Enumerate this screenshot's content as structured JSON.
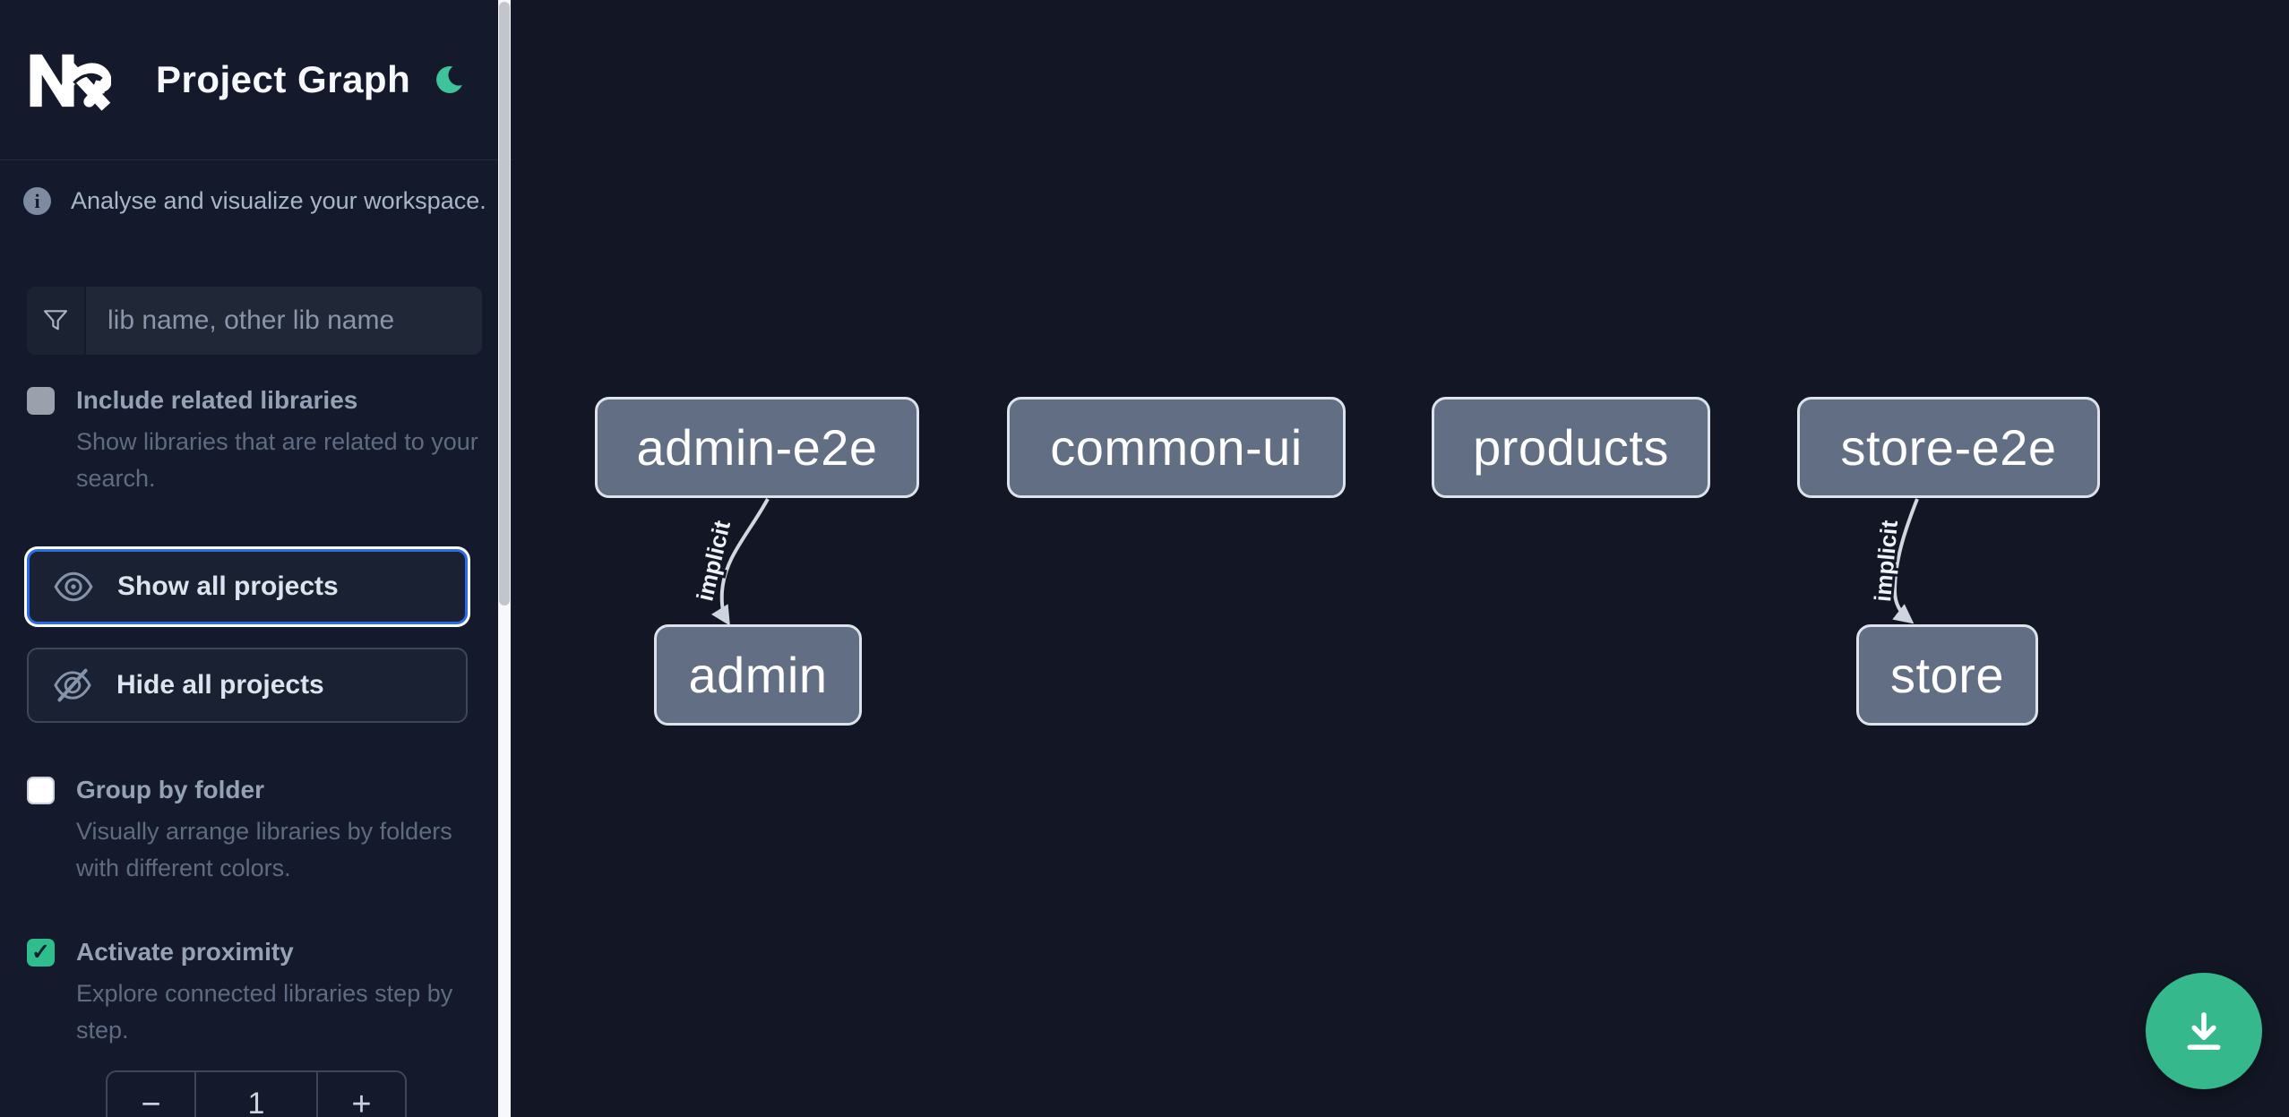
{
  "app": {
    "title": "Project Graph",
    "intro": "Analyse and visualize your workspace."
  },
  "colors": {
    "accent_green": "#2ebe8e",
    "moon_green": "#3fc39a",
    "fab_green": "#35b88b",
    "focus_blue": "#2e6be6",
    "sidebar_bg": "#141a2b",
    "canvas_bg": "#131725",
    "node_fill": "#626e83",
    "node_border": "#dde3eb"
  },
  "icons": {
    "logo": "nx-logo",
    "theme": "moon-icon",
    "intro": "info-icon",
    "search": "filter-funnel-icon",
    "show": "eye-icon",
    "hide": "eye-off-icon",
    "fab": "download-icon"
  },
  "search": {
    "placeholder": "lib name, other lib name",
    "value": ""
  },
  "options": [
    {
      "label": "Include related libraries",
      "description": "Show libraries that are related to your search.",
      "checked": false,
      "disabled": true
    },
    {
      "label": "Group by folder",
      "description": "Visually arrange libraries by folders with different colors.",
      "checked": false,
      "disabled": false
    },
    {
      "label": "Activate proximity",
      "description": "Explore connected libraries step by step.",
      "checked": true,
      "disabled": false
    }
  ],
  "buttons": {
    "show_all": "Show all projects",
    "hide_all": "Hide all projects"
  },
  "proximity": {
    "decrement": "−",
    "value": "1",
    "increment": "+",
    "check_glyph": "✓"
  },
  "graph": {
    "nodes": [
      {
        "id": "admin-e2e",
        "label": "admin-e2e"
      },
      {
        "id": "common-ui",
        "label": "common-ui"
      },
      {
        "id": "products",
        "label": "products"
      },
      {
        "id": "store-e2e",
        "label": "store-e2e"
      },
      {
        "id": "admin",
        "label": "admin"
      },
      {
        "id": "store",
        "label": "store"
      }
    ],
    "edges": [
      {
        "source": "admin-e2e",
        "target": "admin",
        "label": "implicit"
      },
      {
        "source": "store-e2e",
        "target": "store",
        "label": "implicit"
      }
    ]
  }
}
